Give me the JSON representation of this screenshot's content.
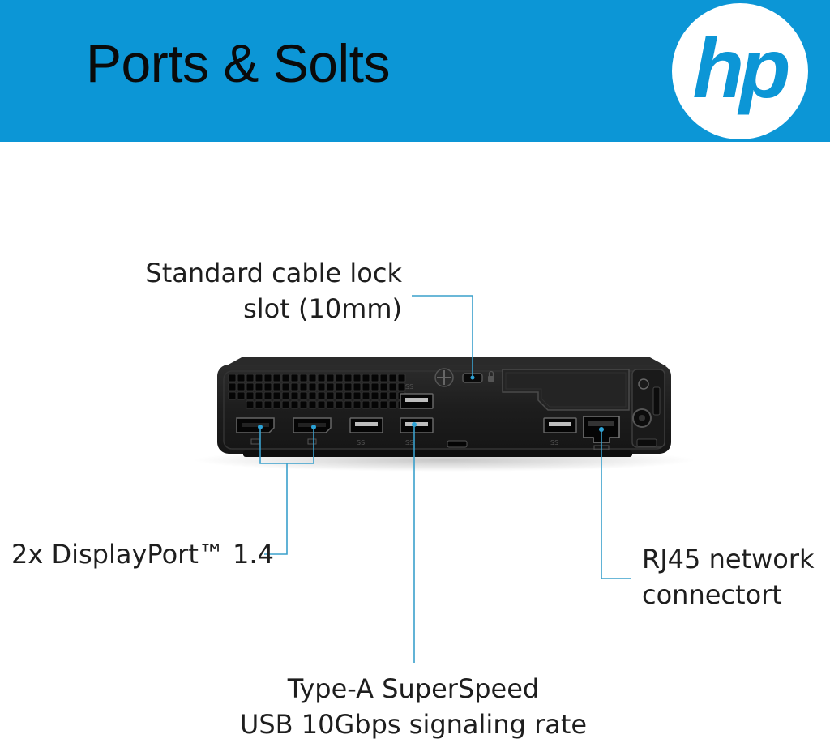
{
  "header": {
    "title": "Ports & Solts",
    "logo_text": "hp",
    "banner_color": "#0c96d6"
  },
  "callouts": {
    "cable_lock": {
      "line1": "Standard cable lock",
      "line2": "slot (10mm)"
    },
    "displayport": {
      "line1": "2x DisplayPort™ 1.4"
    },
    "rj45": {
      "line1": "RJ45 network",
      "line2": "connectort"
    },
    "usb_a": {
      "line1": "Type-A SuperSpeed",
      "line2": "USB 10Gbps signaling rate"
    }
  },
  "colors": {
    "leader_line": "#3aa0cc",
    "chassis": "#1b1b1b",
    "port_accent": "#2aa3d8"
  },
  "icons": [
    "hp-logo-icon",
    "thumbscrew-icon",
    "lock-icon",
    "displayport-icon",
    "usb-superspeed-icon",
    "ethernet-icon",
    "power-icon"
  ]
}
